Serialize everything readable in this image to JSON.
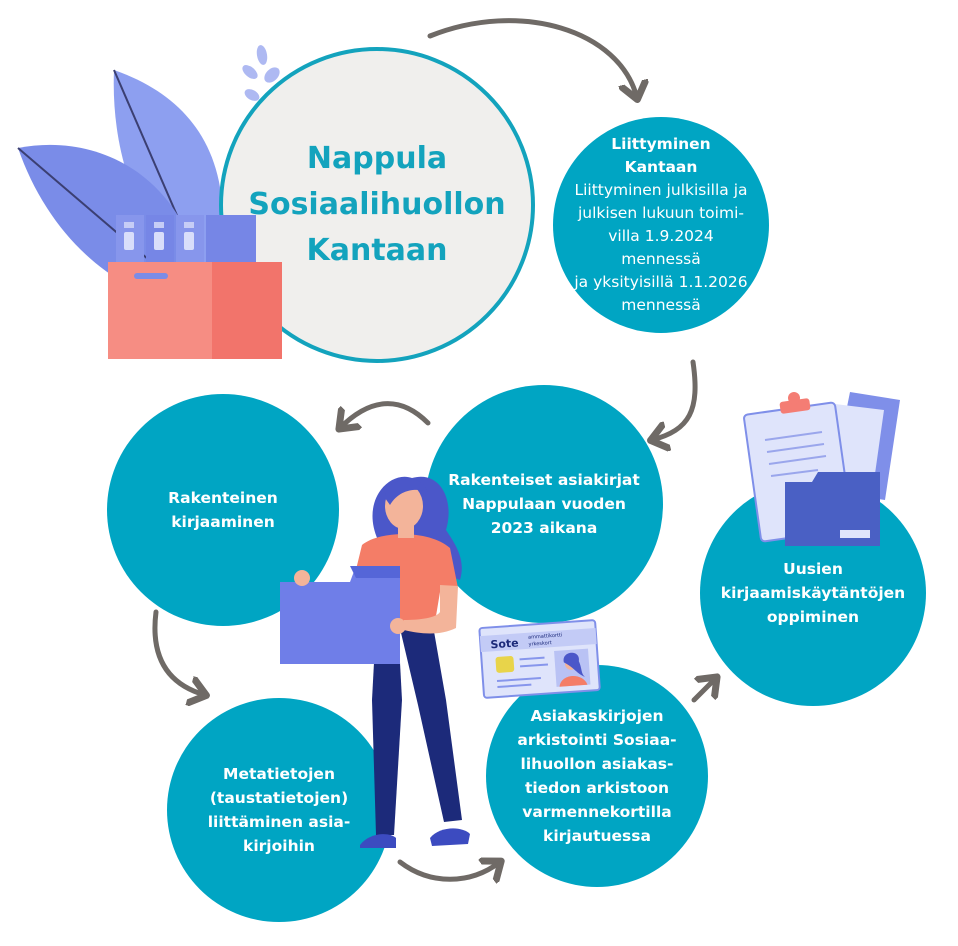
{
  "diagram": {
    "main": {
      "title": "Nappula\nSosiaalihuollon\nKantaan"
    },
    "steps": {
      "joining": {
        "title": "Liittyminen\nKantaan",
        "body": "Liittyminen julkisilla ja\njulkisen lukuun toimi-\nvilla 1.9.2024 mennessä\nja yksityisillä 1.1.2026\nmennessä"
      },
      "structured_documents": {
        "text": "Rakenteiset asiakirjat\nNappulaan vuoden\n2023 aikana"
      },
      "structured_entry": {
        "text": "Rakenteinen\nkirjaaminen"
      },
      "metadata": {
        "text": "Metatietojen\n(taustatietojen)\nliittäminen asia-\nkirjoihin"
      },
      "archiving": {
        "text": "Asiakaskirjojen\narkistointi Sosiaa-\nlihuollon asiakas-\ntiedon arkistoon\nvarmennekortilla\nkirjautuessa"
      },
      "learning": {
        "text": "Uusien\nkirjaamiskäytäntöjen\noppiminen"
      }
    },
    "card": {
      "brand": "Sote",
      "line1": "ammattikortti",
      "line2": "yrkeskort"
    },
    "colors": {
      "teal": "#00a5c3",
      "main_border": "#13a3bd",
      "main_fill": "#f0efed",
      "arrow": "#6f6a66",
      "box_red": "#f47d74",
      "folder_blue": "#6f7ee8",
      "leaf_blue": "#8597ea",
      "shirt": "#f47d67",
      "pants": "#1c2a7a",
      "hair": "#4b57c9"
    }
  }
}
